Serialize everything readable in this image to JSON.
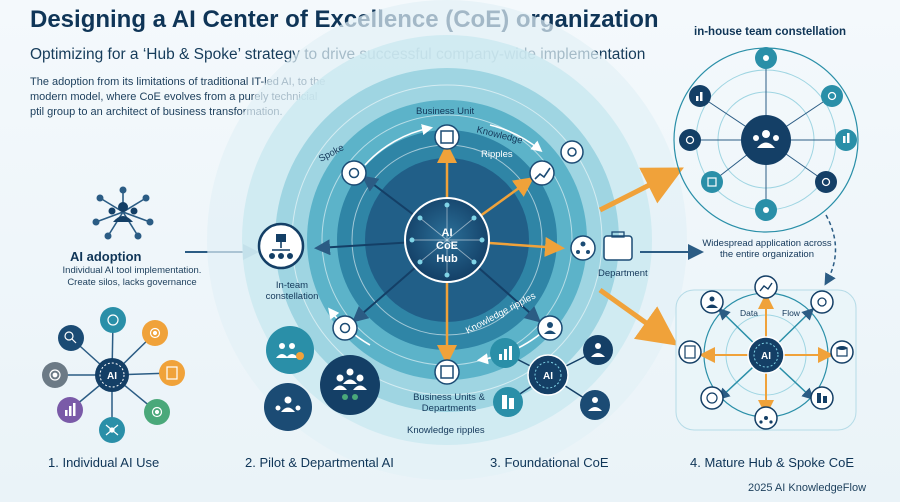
{
  "header": {
    "title": "Designing a AI Center of Excellence (CoE) organization",
    "subtitle": "Optimizing for a ‘Hub & Spoke’ strategy to drive successful company-wide implementation",
    "intro": "The adoption from its limitations of traditional IT-led AI, to the modern model, where CoE evolves from a purely technicial ptil group to an architect of business transformation."
  },
  "stage1": {
    "title": "AI adoption",
    "description": "Individual AI tool implementation. Create silos, lacks governance",
    "hub_label": "AI",
    "caption": "1. Individual AI Use"
  },
  "stage2": {
    "in_team_label": "In-team constellation",
    "caption": "2. Pilot & Departmental AI"
  },
  "stage3": {
    "hub_label": "AI CoE Hub",
    "business_unit": "Business Unit",
    "knowledge": "Knowledge",
    "ripples": "Ripples",
    "spoke": "Spoke",
    "department": "Department",
    "knowledge_ripples_arc": "Knowledge ripples",
    "business_units_departments": "Business Units & Departments",
    "knowledge_ripples_bottom": "Knowledge ripples",
    "hub_small": "AI",
    "caption": "3. Foundational CoE"
  },
  "stage4": {
    "top_label": "in-house team constellation",
    "widespread": "Widespread application across the entire organization",
    "data": "Data",
    "flow": "Flow",
    "hub_label": "AI",
    "caption": "4. Mature Hub & Spoke CoE"
  },
  "footer": {
    "text": "2025 AI KnowledgeFlow"
  },
  "colors": {
    "navy": "#123b5e",
    "teal": "#2a8fa8",
    "orange": "#f0a23a",
    "purple": "#7a5aa8",
    "green": "#4aa87a",
    "light_ring": "#bfe3ee"
  }
}
